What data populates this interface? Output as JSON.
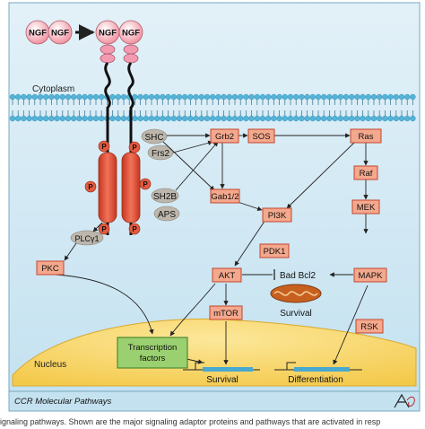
{
  "ligands": {
    "left_dimer": [
      "NGF",
      "NGF"
    ],
    "right_dimer": [
      "NGF",
      "NGF"
    ]
  },
  "regions": {
    "cytoplasm": "Cytoplasm",
    "nucleus": "Nucleus"
  },
  "receptor": {
    "phospho_label": "P",
    "adaptors": [
      "SHC",
      "Frs2",
      "SH2B",
      "APS",
      "PLCγ1"
    ]
  },
  "nodes": {
    "grb2": "Grb2",
    "sos": "SOS",
    "ras": "Ras",
    "raf": "Raf",
    "mek": "MEK",
    "mapk": "MAPK",
    "rsk": "RSK",
    "gab": "Gab1/2",
    "pi3k": "PI3K",
    "pdk1": "PDK1",
    "akt": "AKT",
    "mtor": "mTOR",
    "pkc": "PKC"
  },
  "bad_bcl2": "Bad Bcl2",
  "mitochondrion_label": "Survival",
  "transcription_factors": [
    "Transcription",
    "factors"
  ],
  "outcomes": {
    "survival": "Survival",
    "differentiation": "Differentiation"
  },
  "footer": {
    "journal": "CCR Molecular Pathways",
    "logo_text": "AACR"
  },
  "caption_fragment": "ignaling pathways. Shown are the major signaling adaptor proteins and pathways that are activated in resp",
  "colors": {
    "node_fill": "#f4a88d",
    "node_stroke": "#c4452c",
    "receptor": "#e2583e",
    "adaptor_fill": "#bcb6ac",
    "nucleus_fill": "#f8d35a",
    "tf_fill": "#9ad06f",
    "membrane": "#54b4d8",
    "background": "#cfe7f3",
    "lipid_tail": "#2d6f8f"
  }
}
